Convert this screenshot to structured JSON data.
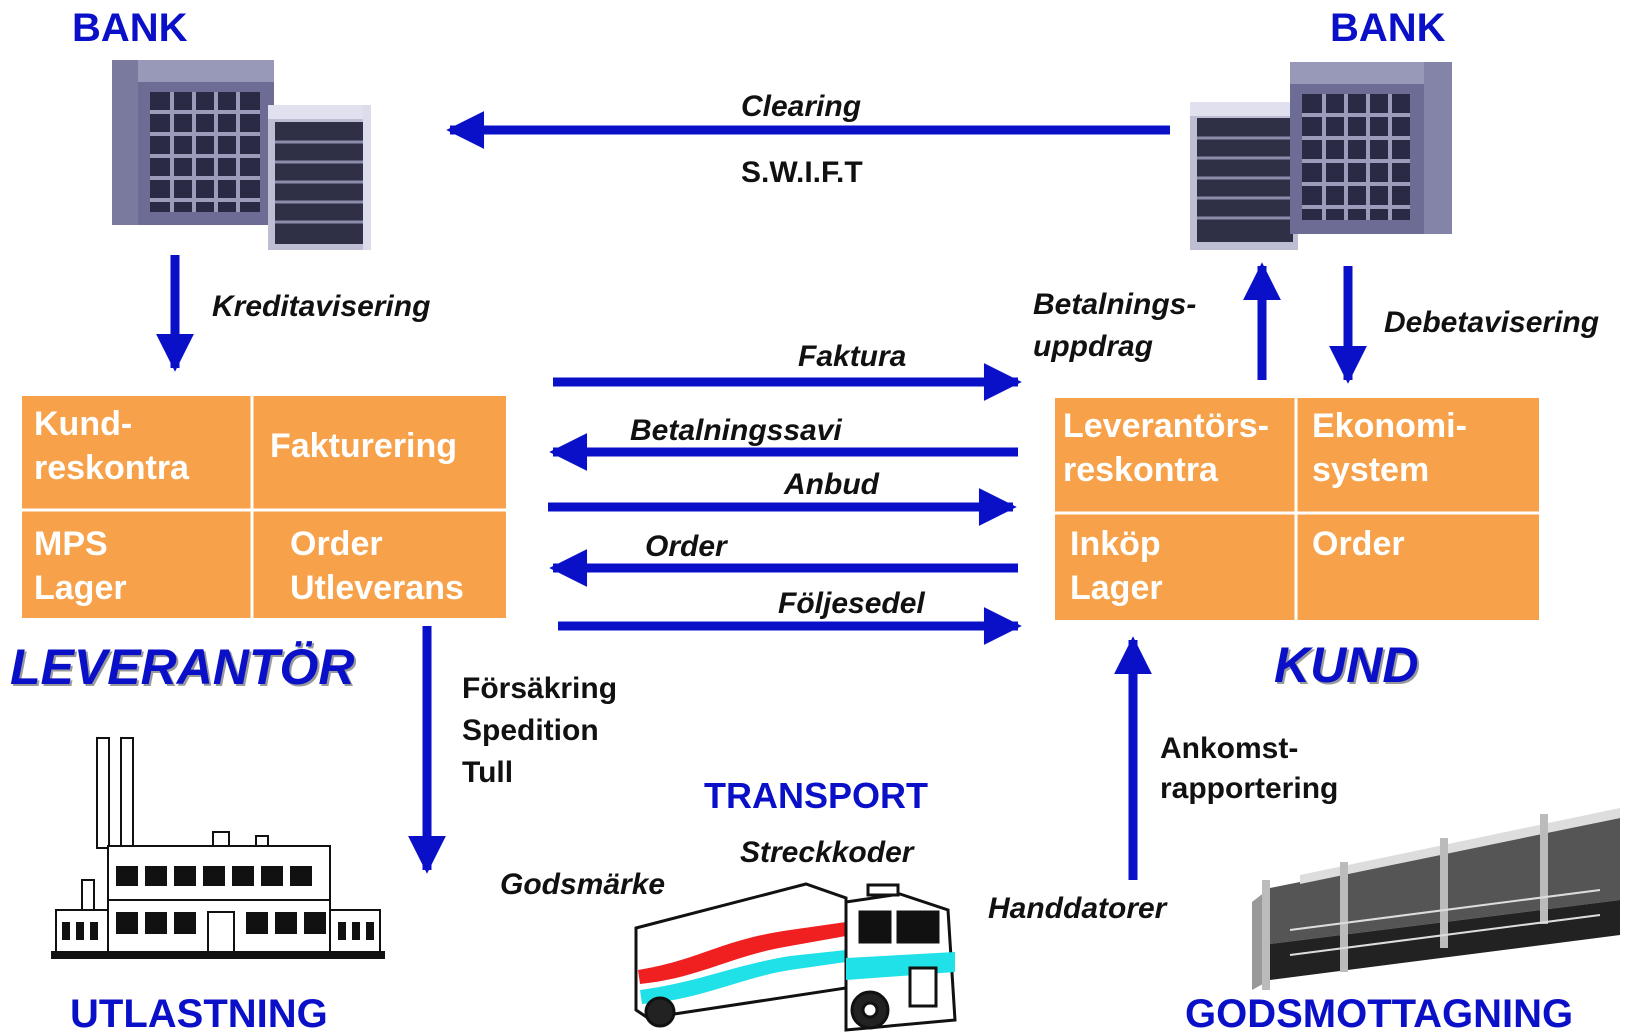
{
  "banks": {
    "left": "BANK",
    "right": "BANK"
  },
  "flows": {
    "clearing": "Clearing",
    "swift": "S.W.I.F.T",
    "kreditavisering": "Kreditavisering",
    "betalningsuppdrag_1": "Betalnings-",
    "betalningsuppdrag_2": "uppdrag",
    "debetavisering": "Debetavisering",
    "faktura": "Faktura",
    "betalningssavi": "Betalningssavi",
    "anbud": "Anbud",
    "order": "Order",
    "foljesedel": "Följesedel",
    "forsakring": "Försäkring",
    "spedition": "Spedition",
    "tull": "Tull",
    "ankomst_1": "Ankomst-",
    "ankomst_2": "rapportering",
    "handdatorer": "Handdatorer",
    "godsmarke": "Godsmärke",
    "streckkoder": "Streckkoder"
  },
  "supplier": {
    "title": "LEVERANTÖR",
    "cells": [
      "Kund-\nreskontra",
      "Fakturering",
      "MPS\nLager",
      "Order\nUtleverans"
    ]
  },
  "customer": {
    "title": "KUND",
    "cells": [
      "Leverantörs-\nreskontra",
      "Ekonomi-\nsystem",
      "Inköp\nLager",
      "Order"
    ]
  },
  "bottom": {
    "utlastning": "UTLASTNING",
    "transport": "TRANSPORT",
    "godsmottagning": "GODSMOTTAGNING"
  },
  "colors": {
    "arrow": "#0a10c8",
    "box": "#f7a24a",
    "text_blue": "#0a10c8"
  },
  "icons": [
    "bank-building-icon",
    "factory-icon",
    "truck-icon",
    "warehouse-icon"
  ]
}
